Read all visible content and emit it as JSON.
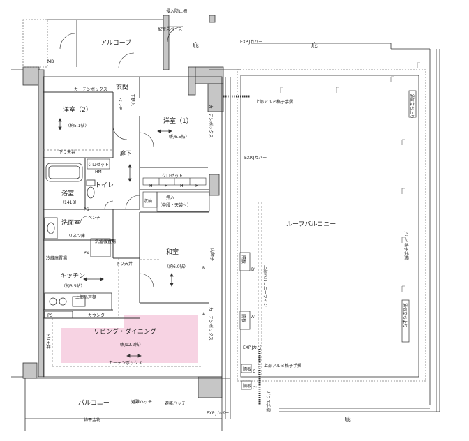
{
  "labels": {
    "intrusion_fence": "侵入防止柵",
    "pipe_space": "配管スペース",
    "alcove": "アルコーブ",
    "mb": "MB",
    "eaves_top_left": "庇",
    "eaves_top_right": "庇",
    "eaves_bottom": "庇",
    "exp_j_cover_top": "EXP.Jカバー",
    "exp_j_cover_mid": "EXP.Jカバー",
    "exp_j_cover_lower": "EXP.Jカバー",
    "exp_j_cover_bottom": "EXP.Jカバー",
    "upper_alum_railing_1": "上部アルミ格子手摺",
    "upper_alum_railing_2": "上部アルミ格子手摺",
    "alum_railing_right": "アルミ格子手摺",
    "vent_wall_1": "通気立ち上り",
    "vent_wall_2": "通気立ち上り",
    "curtain_box_1": "カーテンボックス",
    "curtain_box_2": "カーテンボックス",
    "curtain_box_3": "カーテンボックス",
    "curtain_box_4": "カーテンボックス",
    "entrance": "玄関",
    "shoe_box": "下足入",
    "bench": "ベンチ",
    "western_room_2": "洋室（2）",
    "western_room_2_size": "（約5.1帖）",
    "western_room_1": "洋室（1）",
    "western_room_1_size": "（約6.5帖）",
    "corridor": "廊下",
    "closet_1": "クロゼット",
    "closet_2": "クロゼット",
    "hm": "HM",
    "h1": "H",
    "h2": "H",
    "h3": "H",
    "h4": "H",
    "drop_ceiling_1": "下り天井",
    "drop_ceiling_2": "下り天井",
    "drop_ceiling_3": "下り天井",
    "bathroom": "浴室",
    "bathroom_size": "（1418）",
    "toilet": "トイレ",
    "storage": "収納",
    "closet_deep": "押入",
    "closet_deep_sub": "（中段・天袋付）",
    "washroom": "洗面室",
    "linen": "リネン庫",
    "bench_2": "ベンチ",
    "washer": "洗濯機置場",
    "ps1": "PS",
    "ps2": "PS",
    "ps3": "PS",
    "fridge": "冷蔵庫置場",
    "kitchen": "キッチン",
    "kitchen_size": "（約3.5帖）",
    "upper_cabinet": "上部吊戸棚",
    "counter": "カウンター",
    "japanese_room": "和室",
    "japanese_room_size": "（約6.0帖）",
    "inner_frame": "内障子",
    "roof_balcony": "ルーフバルコニー",
    "upper_balcony_line": "上部バルコニーライン",
    "partition_1": "隔板",
    "partition_2": "隔板",
    "partition_3": "隔板",
    "partition_4": "隔板",
    "glass_railing": "ガラス手摺",
    "living_dining": "リビング・ダイニング",
    "living_dining_size": "（約12.2帖）",
    "balcony": "バルコニー",
    "hatch_1": "避難ハッチ",
    "hatch_2": "避難ハッチ",
    "lower_bar": "物干金物",
    "mark_a": "A",
    "mark_a2": "A'",
    "mark_b": "B",
    "mark_b2": "B'",
    "mark_c": "C",
    "mark_c2": "C'"
  },
  "colors": {
    "wall_fill": "#c6c6c6",
    "line": "#333333",
    "highlight": "#f7d3e3",
    "dashed": "#777777"
  }
}
